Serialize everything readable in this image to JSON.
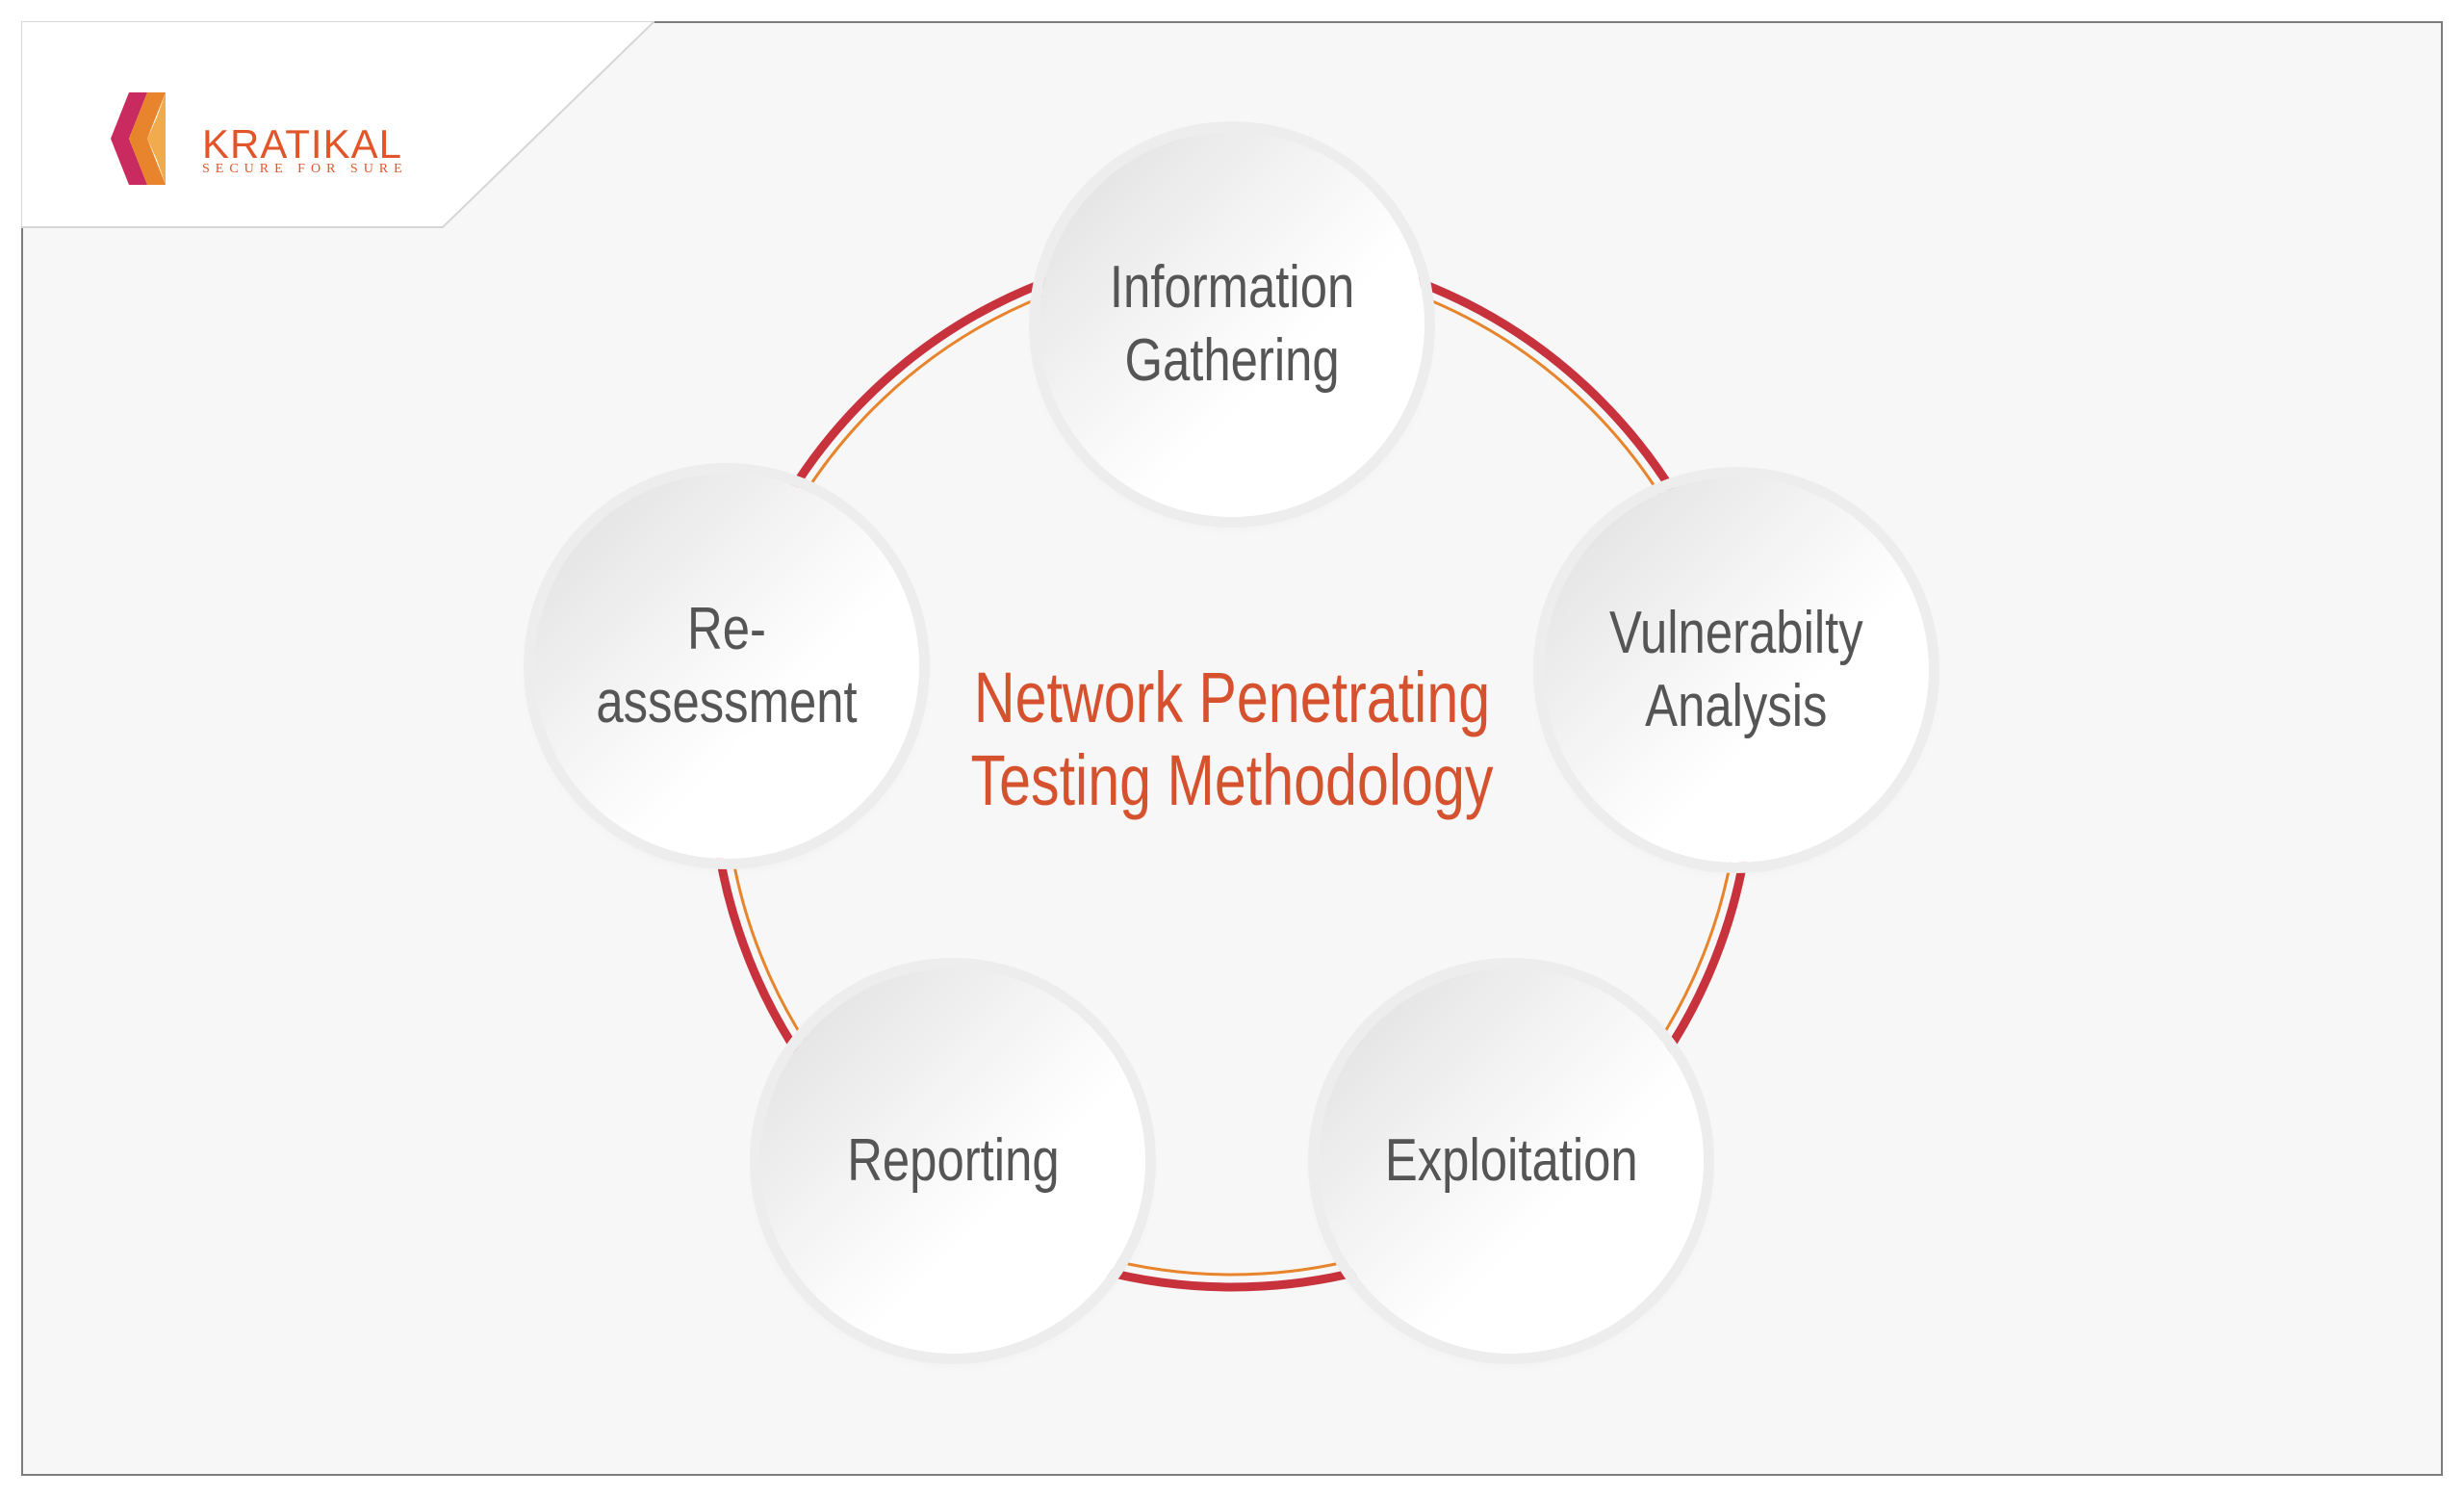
{
  "logo": {
    "name": "KRATIKAL",
    "tagline": "SECURE FOR SURE"
  },
  "diagram": {
    "title": "Network Penetrating\nTesting Methodology",
    "steps": [
      {
        "label": "Information\nGathering"
      },
      {
        "label": "Vulnerabilty\nAnalysis"
      },
      {
        "label": "Exploitation"
      },
      {
        "label": "Reporting"
      },
      {
        "label": "Re-assessment"
      }
    ]
  },
  "colors": {
    "title": "#d6522f",
    "ring_outer": "#c8323d",
    "ring_inner": "#e8842c",
    "node_text": "#555555",
    "frame_border": "#7d7d7d",
    "logo_orange": "#e2552a",
    "logo_magenta": "#c92a5f"
  }
}
